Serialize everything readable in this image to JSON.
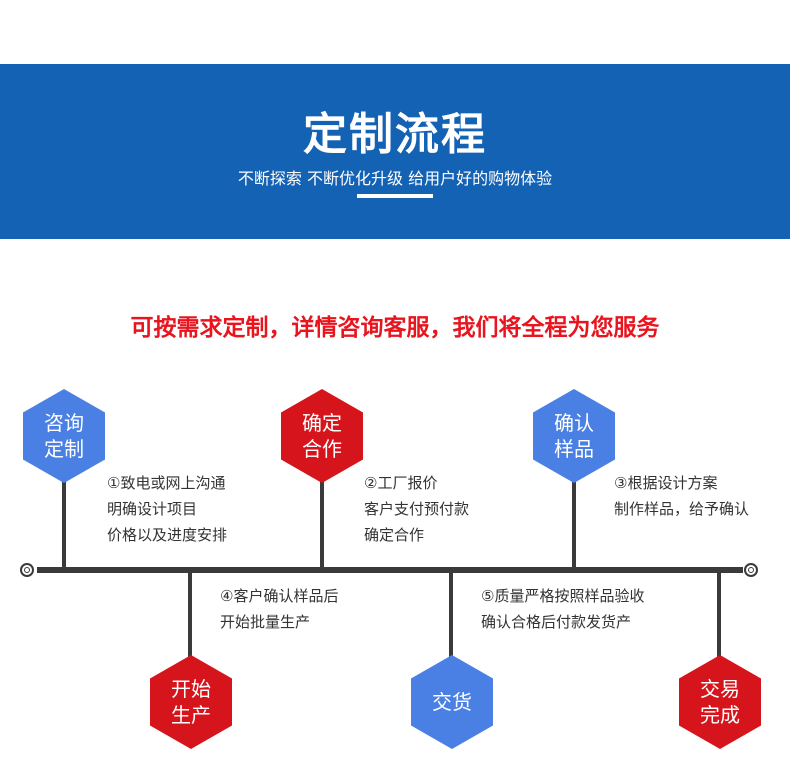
{
  "banner": {
    "title": "定制流程",
    "subtitle": "不断探索 不断优化升级 给用户好的购物体验",
    "color": "#1462b4"
  },
  "headline": "可按需求定制，详情咨询客服，我们将全程为您服务",
  "colors": {
    "blue_hex": "#4a80e4",
    "red_hex": "#d6141c",
    "headline": "#e8141e",
    "line": "#3a3a3a"
  },
  "steps": [
    {
      "label": "咨询定制",
      "lines": [
        "①致电或网上沟通",
        "明确设计项目",
        "价格以及进度安排"
      ]
    },
    {
      "label": "确定合作",
      "lines": [
        "②工厂报价",
        "客户支付预付款",
        "确定合作"
      ]
    },
    {
      "label": "确认样品",
      "lines": [
        "③根据设计方案",
        "制作样品，给予确认"
      ]
    },
    {
      "label": "开始生产",
      "lines": [
        "④客户确认样品后",
        "开始批量生产"
      ]
    },
    {
      "label": "交货",
      "lines": [
        "⑤质量严格按照样品验收",
        "确认合格后付款发货产"
      ]
    },
    {
      "label": "交易完成",
      "lines": []
    }
  ]
}
